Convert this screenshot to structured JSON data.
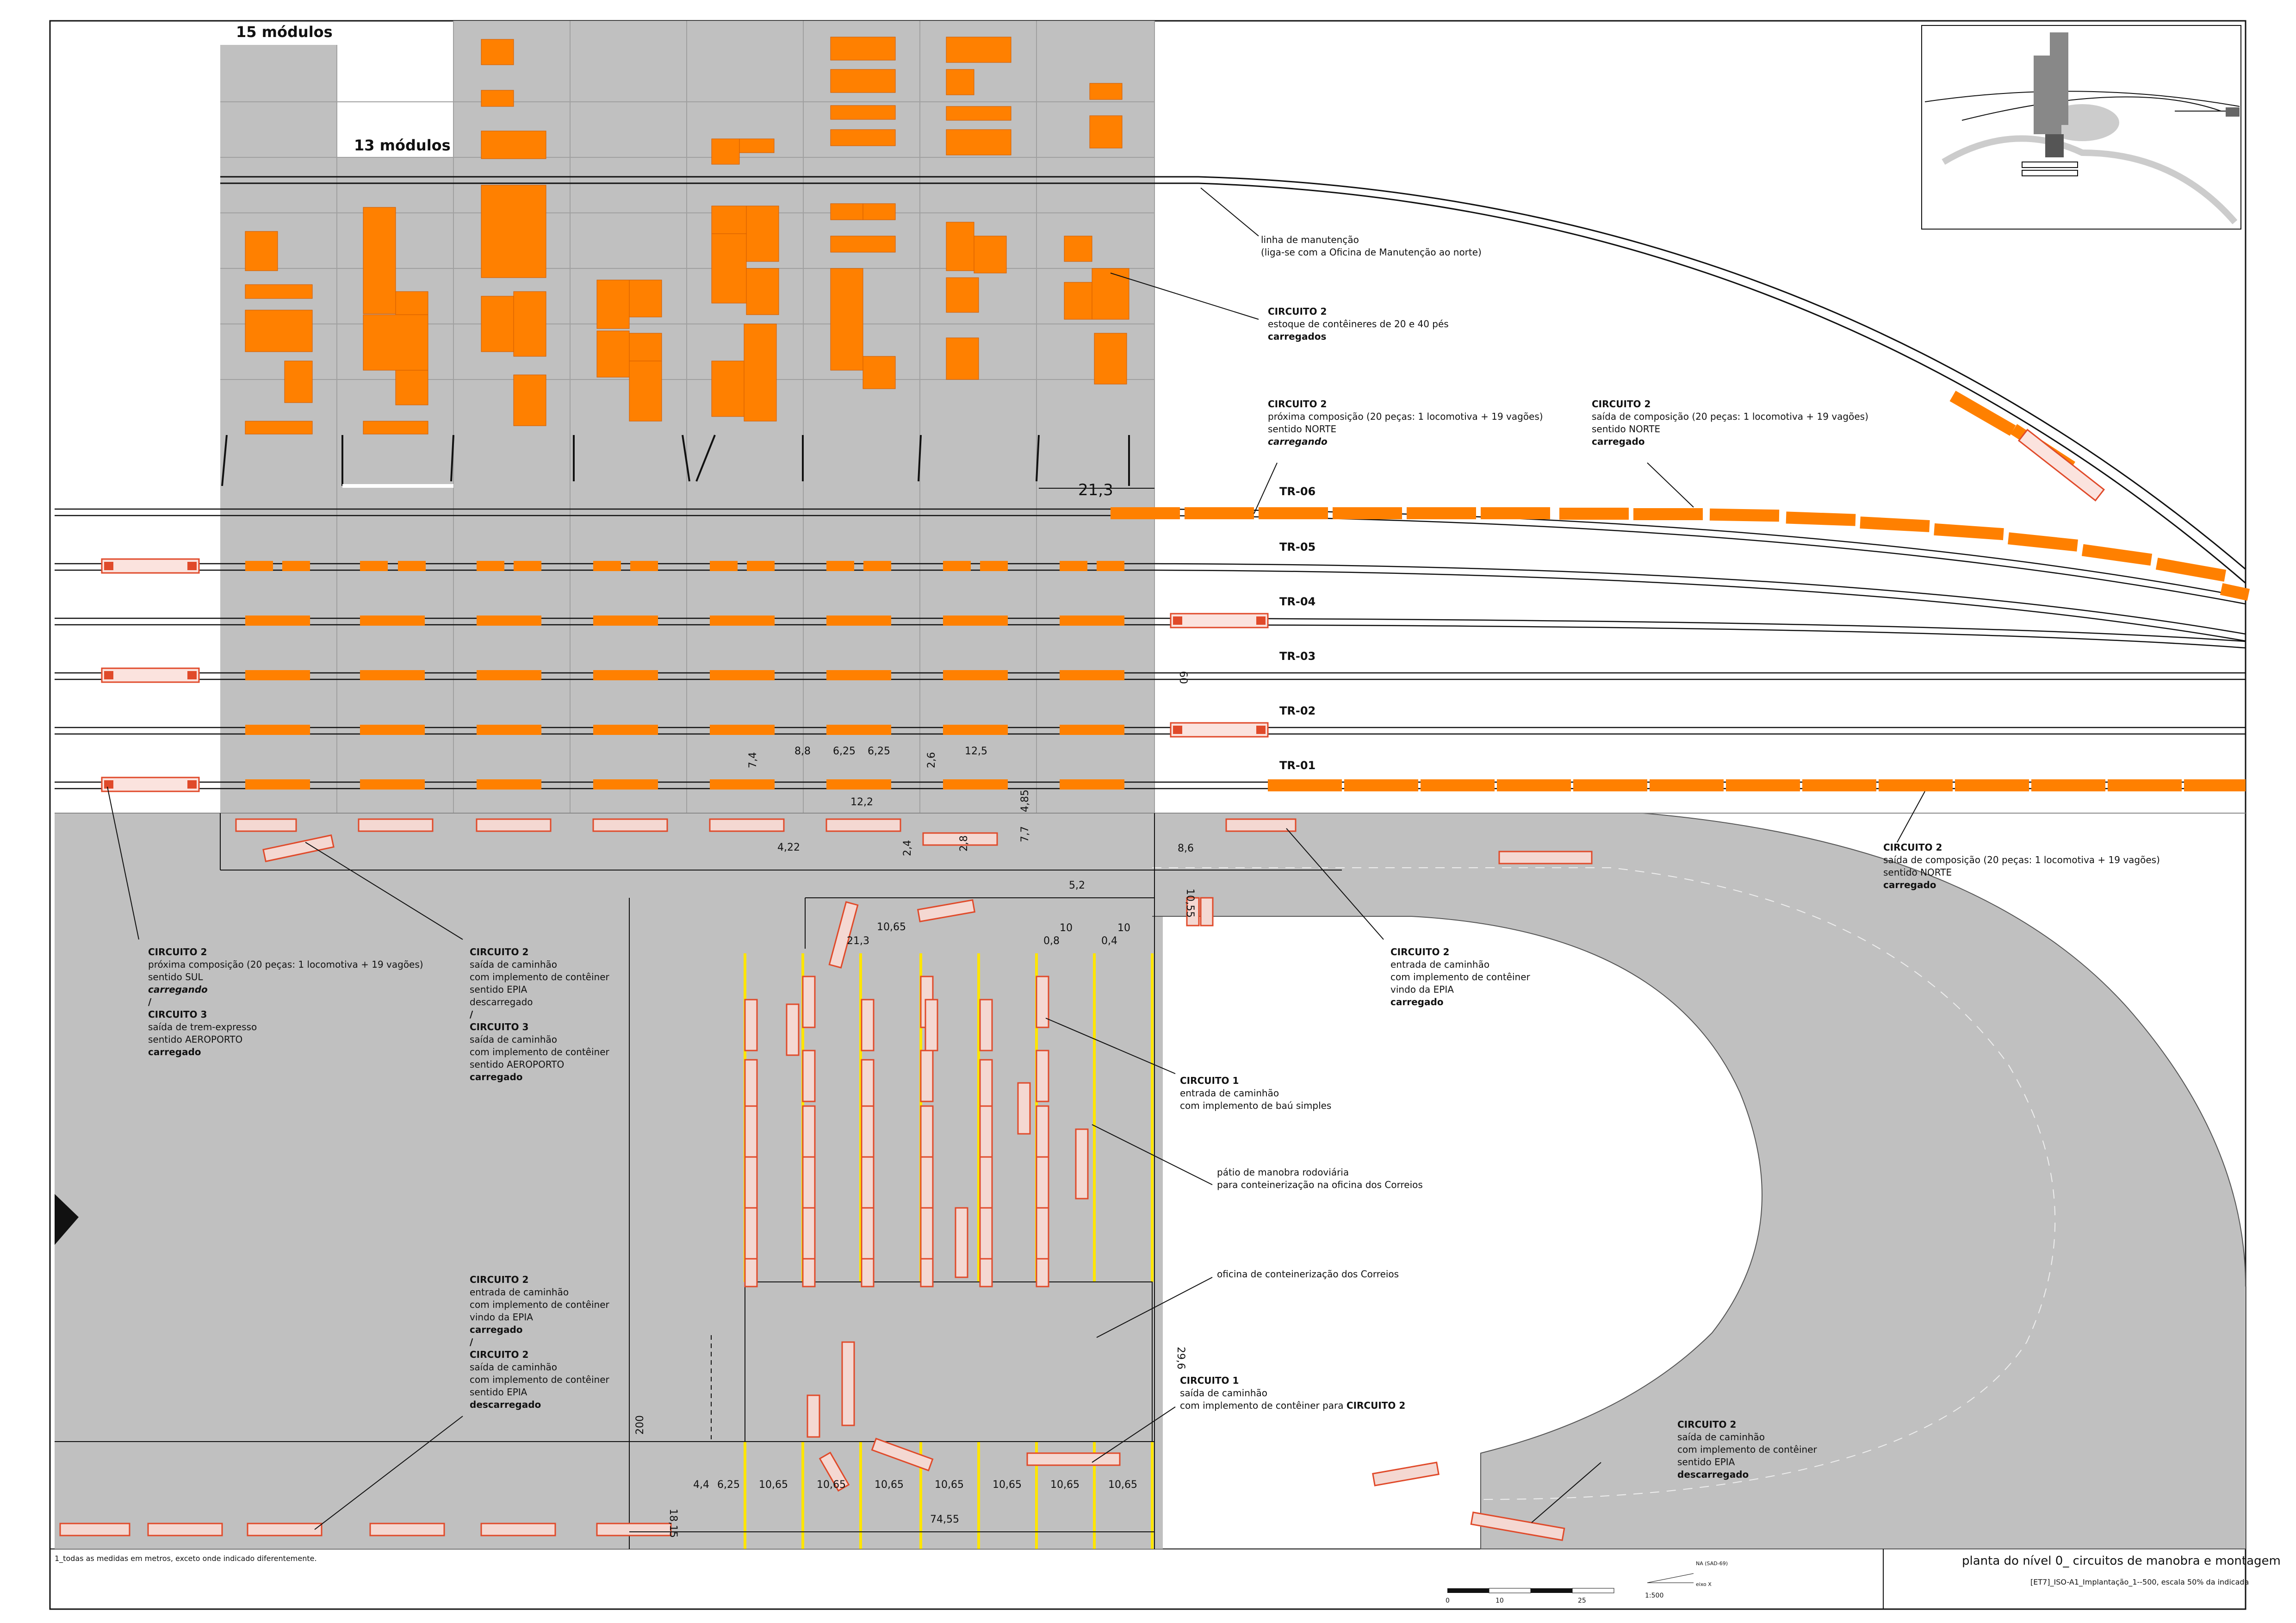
{
  "modules": {
    "a": "15 módulos",
    "b": "13 módulos"
  },
  "tracks": [
    "TR-06",
    "TR-05",
    "TR-04",
    "TR-03",
    "TR-02",
    "TR-01"
  ],
  "dimensions": {
    "d_21_3_top": "21,3",
    "d_60": "60",
    "d_7_4": "7,4",
    "d_8_8": "8,8",
    "d_6_25a": "6,25",
    "d_6_25b": "6,25",
    "d_2_6": "2,6",
    "d_12_5": "12,5",
    "d_12_2": "12,2",
    "d_4_85": "4,85",
    "d_7_7": "7,7",
    "d_4_22": "4,22",
    "d_2_4": "2,4",
    "d_2_8": "2,8",
    "d_8_6": "8,6",
    "d_5_2": "5,2",
    "d_10_55": "10,55",
    "d_10_65_top": "10,65",
    "d_21_3_mid": "21,3",
    "d_10a": "10",
    "d_10b": "10",
    "d_0_8": "0,8",
    "d_0_4": "0,4",
    "d_29_6": "29,6",
    "d_200": "200",
    "d_18_15": "18,15",
    "d_4_4": "4,4",
    "d_6_25c": "6,25",
    "d_74_55": "74,55",
    "bottom_row": [
      "10,65",
      "10,65",
      "10,65",
      "10,65",
      "10,65",
      "10,65",
      "10,65"
    ]
  },
  "labels": {
    "manut_1": "linha de manutenção",
    "manut_2": "(liga-se com a Oficina de Manutenção ao norte)",
    "c2_stock_1": "CIRCUITO 2",
    "c2_stock_2": "estoque de contêineres de 20 e 40 pés",
    "c2_stock_3": "carregados",
    "c2_next_n_1": "CIRCUITO 2",
    "c2_next_n_2": "próxima composição (20 peças: 1 locomotiva + 19 vagões)",
    "c2_next_n_3": "sentido NORTE",
    "c2_next_n_4": "carregando",
    "c2_exit_n_1": "CIRCUITO 2",
    "c2_exit_n_2": "saída de composição (20 peças: 1 locomotiva + 19 vagões)",
    "c2_exit_n_3": "sentido NORTE",
    "c2_exit_n_4": "carregado",
    "c2_exit_n2_1": "CIRCUITO 2",
    "c2_exit_n2_2": "saída de composição (20 peças: 1 locomotiva + 19 vagões)",
    "c2_exit_n2_3": "sentido NORTE",
    "c2_exit_n2_4": "carregado",
    "c2_sul_1": "CIRCUITO 2",
    "c2_sul_2": "próxima composição (20 peças: 1 locomotiva + 19 vagões)",
    "c2_sul_3": "sentido SUL",
    "c2_sul_4": "carregando",
    "c2_sul_5": "/",
    "c2_sul_6": "CIRCUITO 3",
    "c2_sul_7": "saída de trem-expresso",
    "c2_sul_8": "sentido AEROPORTO",
    "c2_sul_9": "carregado",
    "c2_truck_exit_1": "CIRCUITO 2",
    "c2_truck_exit_2": "saída de caminhão",
    "c2_truck_exit_3": "com implemento de contêiner",
    "c2_truck_exit_4": "sentido EPIA",
    "c2_truck_exit_5": "descarregado",
    "c2_truck_exit_6": "/",
    "c2_truck_exit_7": "CIRCUITO 3",
    "c2_truck_exit_8": "saída de caminhão",
    "c2_truck_exit_9": "com implemento de contêiner",
    "c2_truck_exit_10": "sentido AEROPORTO",
    "c2_truck_exit_11": "carregado",
    "c2_truck_in_1": "CIRCUITO 2",
    "c2_truck_in_2": "entrada de caminhão",
    "c2_truck_in_3": "com implemento de contêiner",
    "c2_truck_in_4": "vindo da EPIA",
    "c2_truck_in_5": "carregado",
    "c1_in_1": "CIRCUITO 1",
    "c1_in_2": "entrada de caminhão",
    "c1_in_3": "com implemento de baú simples",
    "patio_1": "pátio de manobra rodoviária",
    "patio_2": "para conteinerização na oficina dos Correios",
    "oficina_1": "oficina de conteinerização dos Correios",
    "c1_out_1": "CIRCUITO 1",
    "c1_out_2": "saída de caminhão",
    "c1_out_3": "com implemento de contêiner para",
    "c1_out_4": "CIRCUITO 2",
    "c2_lb_1": "CIRCUITO 2",
    "c2_lb_2": "entrada de caminhão",
    "c2_lb_3": "com implemento de contêiner",
    "c2_lb_4": "vindo da EPIA",
    "c2_lb_5": "carregado",
    "c2_lb_6": "/",
    "c2_lb_7": "CIRCUITO 2",
    "c2_lb_8": "saída de caminhão",
    "c2_lb_9": "com implemento de contêiner",
    "c2_lb_10": "sentido EPIA",
    "c2_lb_11": "descarregado",
    "c2_br_1": "CIRCUITO 2",
    "c2_br_2": "saída de caminhão",
    "c2_br_3": "com implemento de contêiner",
    "c2_br_4": "sentido EPIA",
    "c2_br_5": "descarregado"
  },
  "footer": {
    "note": "1_todas as medidas em metros, exceto onde indicado diferentemente.",
    "title": "planta do nível 0_ circuitos de manobra e montagem",
    "subtitle": "[ET7]_ISO-A1_Implantação_1--500, escala 50% da indicada",
    "scale_0": "0",
    "scale_10": "10",
    "scale_25": "25",
    "scale_ratio": "1:500",
    "north_1": "NA (SAD-69)",
    "north_2": "eixo X"
  },
  "colors": {
    "slab": "#c0c0c0",
    "container": "#ff8000",
    "truck": "#e04a2a",
    "lane": "#ffe500"
  }
}
